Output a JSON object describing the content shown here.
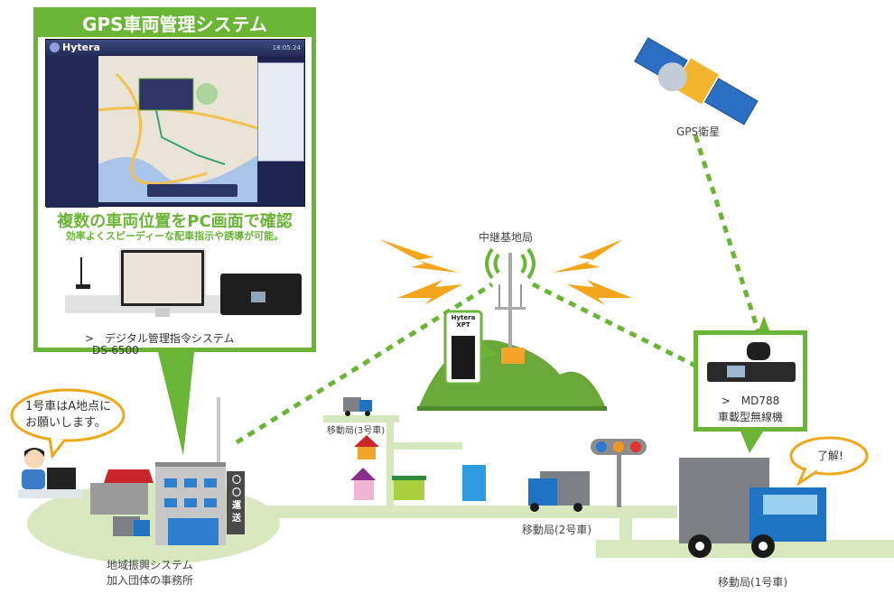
{
  "gps_system_panel": {
    "title": "GPS車両管理システム",
    "screen": {
      "logo": "Hytera",
      "clock": "18:05:24"
    },
    "headline": "複数の車両位置をPC画面で確認",
    "subline": "効率よくスピーディーな配車指示や誘導が可能。",
    "product_name": ">　デジタル管理指令システム",
    "product_model": "DS-6500"
  },
  "satellite": {
    "label": "GPS衛星"
  },
  "repeater": {
    "label": "中継基地局",
    "device_label_line1": "Hytera",
    "device_label_line2": "XPT"
  },
  "radio_panel": {
    "product_name": ">　MD788",
    "product_desc": "車載型無線機"
  },
  "office": {
    "speech": [
      "1号車はA地点に",
      "お願いします。"
    ],
    "sign": [
      "〇",
      "〇",
      "運",
      "送"
    ],
    "label_line1": "地域振興システム",
    "label_line2": "加入団体の事務所"
  },
  "vehicles": {
    "car1_label": "移動局(1号車)",
    "car1_speech": "了解!",
    "car2_label": "移動局(2号車)",
    "car3_label": "移動局(3号車)"
  },
  "colors": {
    "brand_green": "#6ab535",
    "road_green": "#d7e8bf",
    "lightning_orange": "#f3a51c",
    "truck_blue": "#1f73c2",
    "speech_border": "#f0a818"
  }
}
